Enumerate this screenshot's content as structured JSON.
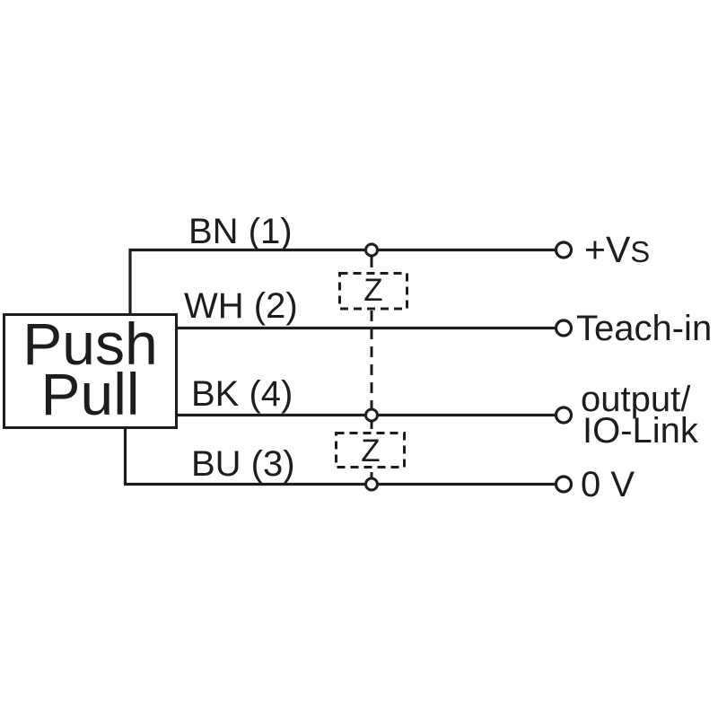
{
  "component": {
    "line1": "Push",
    "line2": "Pull"
  },
  "wires": [
    {
      "label": "BN (1)",
      "terminal_main": "+V",
      "terminal_sub": "S"
    },
    {
      "label": "WH (2)",
      "terminal": "Teach-in"
    },
    {
      "label": "BK (4)",
      "terminal_line1": "output/",
      "terminal_line2": "IO-Link"
    },
    {
      "label": "BU (3)",
      "terminal": "0 V"
    }
  ],
  "impedance": {
    "symbol": "Z"
  },
  "colors": {
    "ink": "#1d1d1b",
    "background": "#ffffff"
  }
}
